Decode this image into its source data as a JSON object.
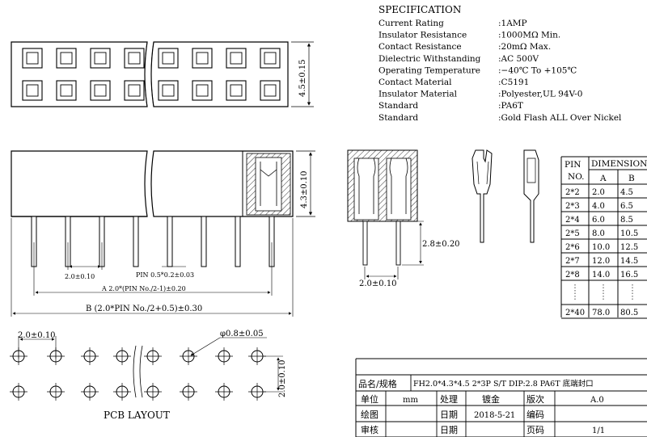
{
  "spec": {
    "title": "SPECIFICATION",
    "rows": [
      {
        "label": "Current Rating",
        "value": ":1AMP"
      },
      {
        "label": "Insulator Resistance",
        "value": ":1000MΩ  Min."
      },
      {
        "label": "Contact Resistance",
        "value": ":20mΩ  Max."
      },
      {
        "label": "Dielectric Withstanding",
        "value": ":AC 500V"
      },
      {
        "label": "Operating Temperature",
        "value": ":−40℃ To +105℃"
      },
      {
        "label": "Contact Material",
        "value": ":C5191"
      },
      {
        "label": "Insulator Material",
        "value": ":Polyester,UL 94V-0"
      },
      {
        "label": "Standard",
        "value": ":PA6T"
      },
      {
        "label": "Standard",
        "value": ":Gold Flash ALL Over Nickel"
      }
    ]
  },
  "dims": {
    "height_top": "4.5±0.15",
    "height_side": "4.3±0.10",
    "pitch": "2.0±0.10",
    "pin_size": "PIN 0.5*0.2±0.03",
    "dim_a": "A  2.0*(PIN No./2-1)±0.20",
    "dim_b": "B  (2.0*PIN No./2+0.5)±0.30",
    "pin_length": "2.8±0.20",
    "end_pitch": "2.0±0.10",
    "pcb_pitch": "2.0±0.10",
    "pcb_row_pitch": "2.0±0.10",
    "hole_dia": "φ0.8±0.05",
    "pcb_layout": "PCB LAYOUT"
  },
  "dim_table": {
    "h_pin": "PIN",
    "h_no": "NO.",
    "h_dimension": "DIMENSION",
    "h_a": "A",
    "h_b": "B",
    "rows": [
      {
        "pin": "2*2",
        "a": "2.0",
        "b": "4.5"
      },
      {
        "pin": "2*3",
        "a": "4.0",
        "b": "6.5"
      },
      {
        "pin": "2*4",
        "a": "6.0",
        "b": "8.5"
      },
      {
        "pin": "2*5",
        "a": "8.0",
        "b": "10.5"
      },
      {
        "pin": "2*6",
        "a": "10.0",
        "b": "12.5"
      },
      {
        "pin": "2*7",
        "a": "12.0",
        "b": "14.5"
      },
      {
        "pin": "2*8",
        "a": "14.0",
        "b": "16.5"
      },
      {
        "pin": "",
        "a": "⋮",
        "b": "⋮"
      },
      {
        "pin": "2*40",
        "a": "78.0",
        "b": "80.5"
      }
    ]
  },
  "title_block": {
    "name_label": "品名/规格",
    "name_value": "FH2.0*4.3*4.5 2*3P S/T DIP:2.8 PA6T 底端封口",
    "unit_label": "单位",
    "unit_value": "mm",
    "process_label": "处理",
    "process_value": "镀金",
    "version_label": "版次",
    "version_value": "A.0",
    "drawn_label": "绘图",
    "date_label": "日期",
    "date_value": "2018-5-21",
    "code_label": "编码",
    "check_label": "审核",
    "date2_label": "日期",
    "page_label": "页码",
    "page_value": "1/1"
  }
}
